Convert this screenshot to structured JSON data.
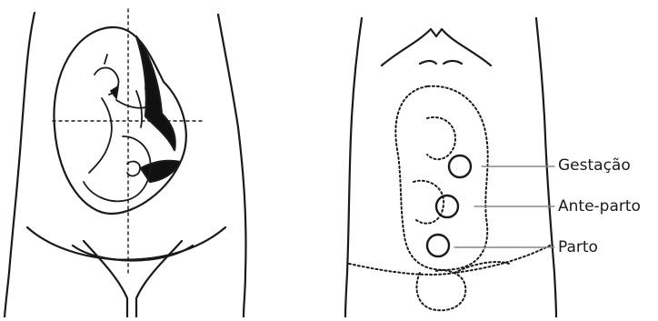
{
  "labels": {
    "gestacao": "Gestação",
    "anteparto": "Ante-parto",
    "parto": "Parto"
  }
}
